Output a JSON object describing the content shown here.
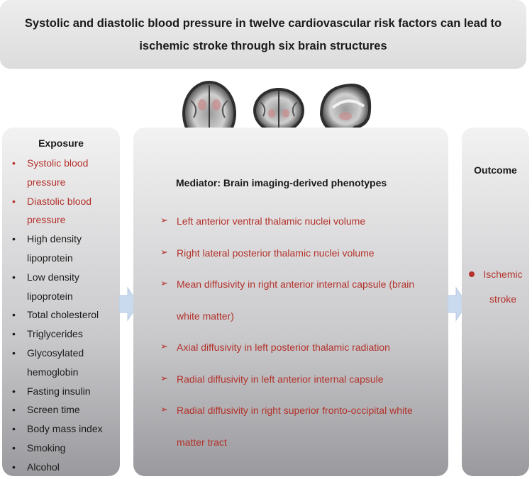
{
  "title": "Systolic and diastolic blood pressure in twelve cardiovascular risk factors can lead to ischemic stroke through six brain structures",
  "exposure": {
    "heading": "Exposure",
    "items": [
      {
        "label": "Systolic blood pressure",
        "highlight": true
      },
      {
        "label": "Diastolic blood pressure",
        "highlight": true
      },
      {
        "label": "High density lipoprotein",
        "highlight": false
      },
      {
        "label": "Low density lipoprotein",
        "highlight": false
      },
      {
        "label": "Total cholesterol",
        "highlight": false
      },
      {
        "label": "Triglycerides",
        "highlight": false
      },
      {
        "label": "Glycosylated hemoglobin",
        "highlight": false
      },
      {
        "label": "Fasting insulin",
        "highlight": false
      },
      {
        "label": "Screen time",
        "highlight": false
      },
      {
        "label": "Body mass index",
        "highlight": false
      },
      {
        "label": "Smoking",
        "highlight": false
      },
      {
        "label": "Alcohol",
        "highlight": false
      }
    ]
  },
  "mediator": {
    "heading": "Mediator: Brain imaging-derived phenotypes",
    "items": [
      "Left anterior ventral thalamic nuclei volume",
      "Right lateral posterior thalamic nuclei volume",
      "Mean diffusivity in right anterior internal capsule (brain white matter)",
      "Axial diffusivity in left posterior thalamic radiation",
      "Radial diffusivity in left anterior internal capsule",
      "Radial diffusivity in right superior fronto-occipital white matter tract"
    ]
  },
  "outcome": {
    "heading": "Outcome",
    "item": "Ischemic stroke"
  },
  "colors": {
    "highlight_red": "#b3312a",
    "arrow_blue": "#c9d9ee"
  }
}
